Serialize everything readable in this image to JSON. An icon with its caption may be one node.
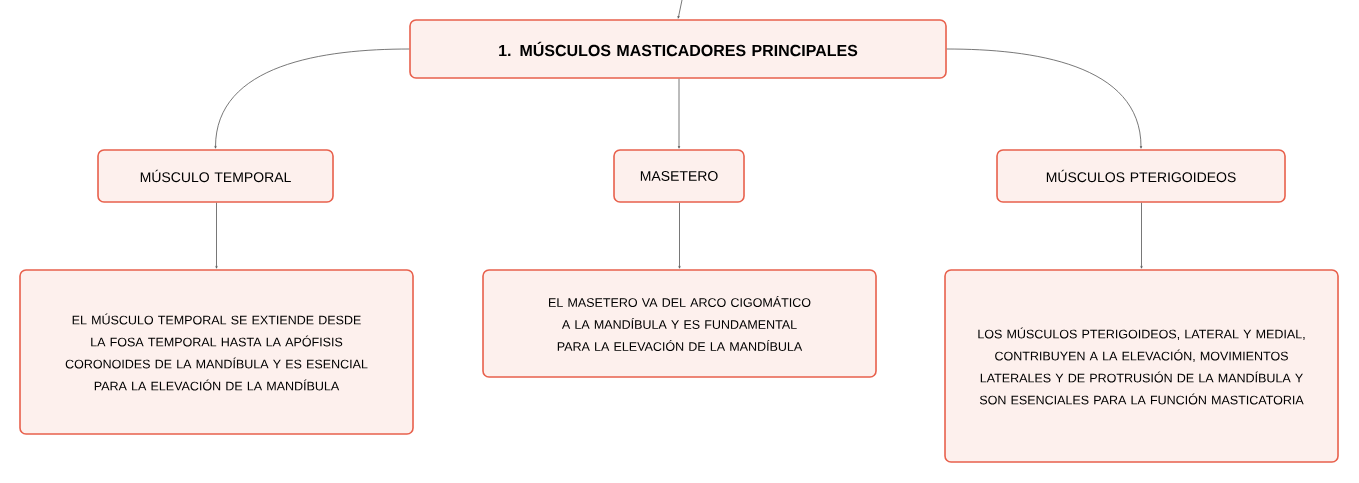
{
  "diagram": {
    "nodes": [
      {
        "text": [
          "1. MÚSCULOS MASTICADORES PRINCIPALES"
        ]
      },
      {
        "text": [
          "MÚSCULO TEMPORAL"
        ]
      },
      {
        "text": [
          "MASETERO"
        ]
      },
      {
        "text": [
          "MÚSCULOS PTERIGOIDEOS"
        ]
      },
      {
        "text": [
          "EL MÚSCULO TEMPORAL SE EXTIENDE DESDE LA FOSA TEMPORAL HASTA LA APÓFISIS CORONOIDES DE LA MANDÍBULA Y ES ESENCIAL PARA LA ELEVACIÓN DE LA MANDÍBULA"
        ]
      },
      {
        "text": [
          "EL MASETERO VA DEL ARCO CIGOMÁTICO A LA MANDÍBULA Y ES FUNDAMENTAL PARA LA ELEVACIÓN DE LA MANDÍBULA"
        ]
      },
      {
        "text": [
          "LOS MÚSCULOS PTERIGOIDEOS, LATERAL Y MEDIAL, CONTRIBUYEN A LA ELEVACIÓN, MOVIMIENTOS LATERALES Y DE PROTRUSIÓN DE LA MANDÍBULA Y SON ESENCIALES PARA LA FUNCIÓN MASTICATORIA"
        ]
      }
    ],
    "edges": [
      {
        "from": null,
        "to": 0,
        "arrow": "to"
      },
      {
        "from": 0,
        "to": 1,
        "arrow": "to"
      },
      {
        "from": 0,
        "to": 2,
        "arrow": "to"
      },
      {
        "from": 0,
        "to": 3,
        "arrow": "to"
      },
      {
        "from": 1,
        "to": 4,
        "arrow": "to"
      },
      {
        "from": 2,
        "to": 5,
        "arrow": "to"
      },
      {
        "from": 3,
        "to": 6,
        "arrow": "to"
      }
    ]
  }
}
